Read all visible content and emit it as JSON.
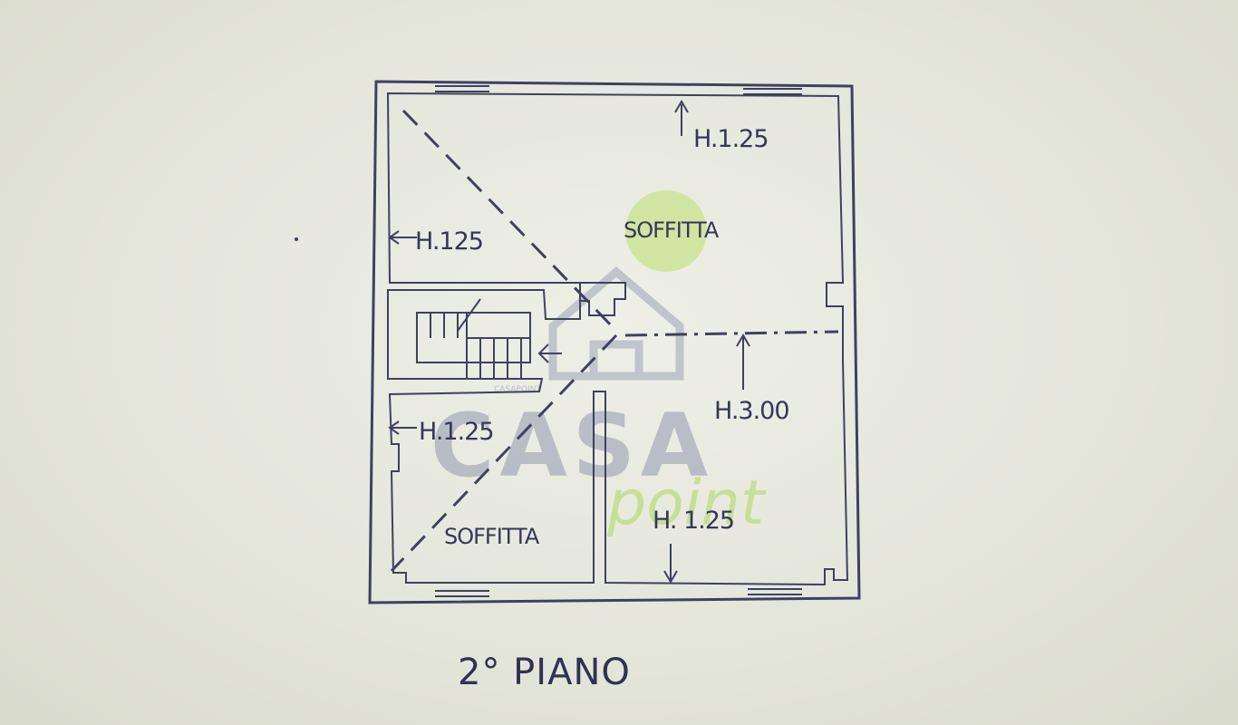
{
  "plan": {
    "floor_title": "2° PIANO",
    "rooms": {
      "top": "SOFFITTA",
      "bottom_left": "SOFFITTA"
    },
    "heights": {
      "top_right": "H.1.25",
      "top_left": "H.125",
      "center_right": "H.3.00",
      "bottom_left": "H.1.25",
      "bottom_right": "H. 1.25"
    }
  },
  "watermark": {
    "brand": "CASA",
    "sub": "point",
    "small": "CASAPOINT"
  },
  "colors": {
    "ink": "#3e4162",
    "watermark_green": "#b8dc7a",
    "watermark_blue": "#7f86a6"
  }
}
